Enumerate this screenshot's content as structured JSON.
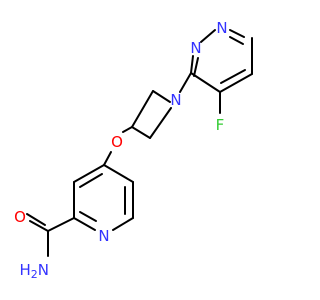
{
  "molecule": {
    "atoms": {
      "n_pyr_top": {
        "symbol": "N",
        "color": "#3333ff"
      },
      "n_pyr_left": {
        "symbol": "N",
        "color": "#3333ff"
      },
      "f": {
        "symbol": "F",
        "color": "#33cc33"
      },
      "n_azetidine": {
        "symbol": "N",
        "color": "#3333ff"
      },
      "o_ether": {
        "symbol": "O",
        "color": "#ff0000"
      },
      "o_carbonyl": {
        "symbol": "O",
        "color": "#ff0000"
      },
      "n_pyridine": {
        "symbol": "N",
        "color": "#3333ff"
      },
      "nh2": {
        "symbol": "H",
        "subscript": "2",
        "suffix": "N",
        "color": "#3333ff"
      }
    },
    "bond_color": "#000000"
  }
}
